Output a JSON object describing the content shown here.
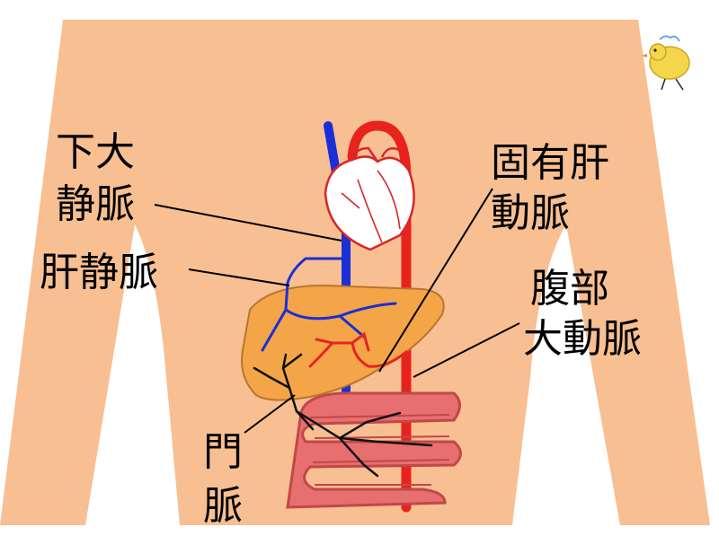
{
  "labels": {
    "ivc_line1": "下大",
    "ivc_line2": "静脈",
    "hepatic_vein": "肝静脈",
    "proper_hepatic_artery_line1": "固有肝",
    "proper_hepatic_artery_line2": "動脈",
    "abdominal_aorta_line1": "腹部",
    "abdominal_aorta_line2": "大動脈",
    "portal_vein_line1": "門",
    "portal_vein_line2": "脈"
  },
  "colors": {
    "skin": "#f7bf92",
    "artery": "#e8231e",
    "vein": "#1a2fd6",
    "liver": "#f4a548",
    "liver_outline": "#b9742e",
    "intestine": "#e86f70",
    "intestine_outline": "#c14748",
    "heart_fill": "#ffffff",
    "heart_outline": "#d8262a",
    "portal": "#111111"
  },
  "icons": {
    "corner": "chick-icon"
  }
}
